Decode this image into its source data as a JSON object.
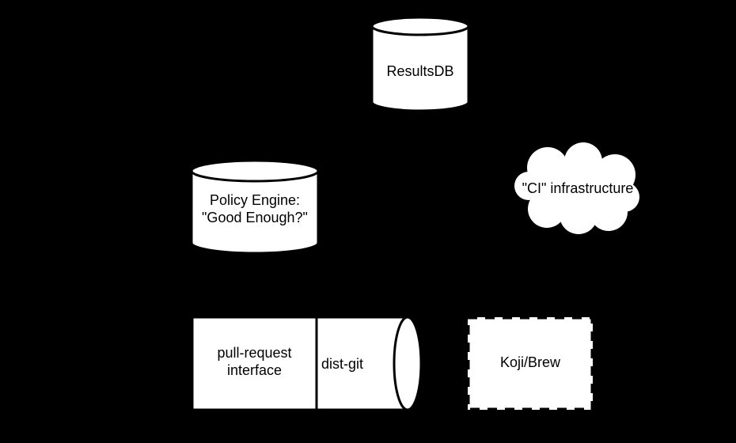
{
  "diagram": {
    "background_color": "#000000",
    "node_fill": "#ffffff",
    "stroke_color": "#000000",
    "nodes": {
      "resultsdb": {
        "shape": "cylinder",
        "label": "ResultsDB"
      },
      "policy_engine": {
        "shape": "cylinder",
        "label_line1": "Policy Engine:",
        "label_line2": "\"Good Enough?\""
      },
      "ci_infrastructure": {
        "shape": "cloud",
        "label": "\"CI\" infrastructure"
      },
      "pull_request_interface": {
        "shape": "rectangle",
        "label_line1": "pull-request",
        "label_line2": "interface"
      },
      "dist_git": {
        "shape": "horizontal-cylinder",
        "label": "dist-git"
      },
      "koji_brew": {
        "shape": "dashed-rectangle",
        "label": "Koji/Brew"
      }
    }
  }
}
